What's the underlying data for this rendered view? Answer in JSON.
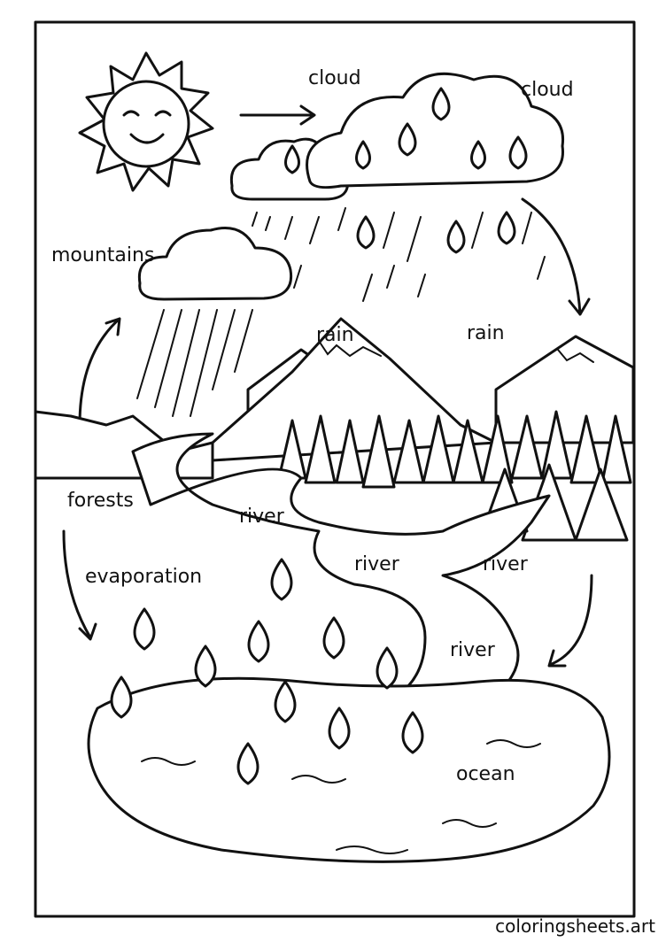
{
  "labels": {
    "cloud_left": "cloud",
    "cloud_right": "cloud",
    "mountains": "mountains",
    "rain_left": "rain",
    "rain_right": "rain",
    "forests": "forests",
    "river_1": "river",
    "river_2": "river",
    "river_3": "river",
    "river_4": "river",
    "evaporation": "evaporation",
    "ocean": "ocean"
  },
  "footer": "coloringsheets.art",
  "colors": {
    "line": "#111111",
    "background": "#ffffff"
  }
}
